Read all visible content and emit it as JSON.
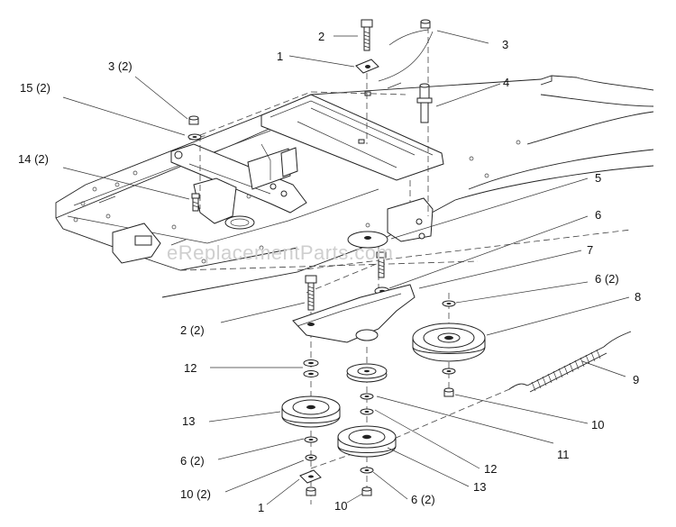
{
  "watermark": "eReplacementParts.com",
  "callouts": {
    "c1_top": "1",
    "c2_top": "2",
    "c3_top": "3",
    "c3x2": "3 (2)",
    "c4": "4",
    "c15x2": "15 (2)",
    "c14x2": "14 (2)",
    "c5": "5",
    "c6": "6",
    "c7": "7",
    "c6x2_right": "6 (2)",
    "c8": "8",
    "c2x2": "2 (2)",
    "c12_left": "12",
    "c9": "9",
    "c13_left": "13",
    "c10_right": "10",
    "c11": "11",
    "c6x2_left": "6 (2)",
    "c12_mid": "12",
    "c10x2": "10 (2)",
    "c13_mid": "13",
    "c1_bottom": "1",
    "c10_bottom": "10",
    "c6x2_bottom": "6 (2)"
  }
}
